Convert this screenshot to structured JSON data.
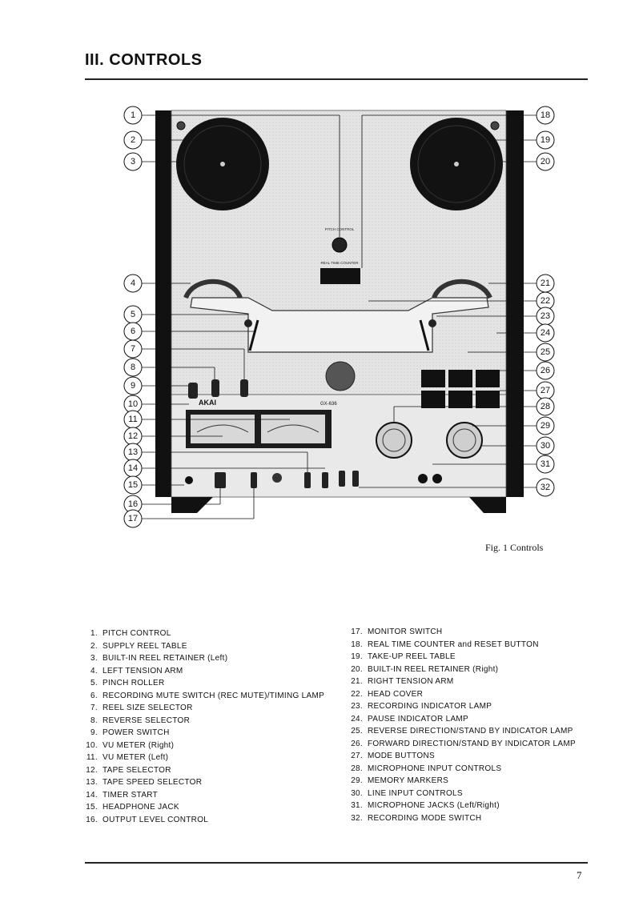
{
  "heading": "III. CONTROLS",
  "figure": {
    "caption": "Fig. 1  Controls",
    "panel_labels": {
      "pitch_control": "PITCH CONTROL",
      "real_time_counter": "REAL TIME COUNTER",
      "brand": "AKAI",
      "model": "GX-636"
    },
    "callout_numbers": [
      "1",
      "2",
      "3",
      "4",
      "5",
      "6",
      "7",
      "8",
      "9",
      "10",
      "11",
      "12",
      "13",
      "14",
      "15",
      "16",
      "17",
      "18",
      "19",
      "20",
      "21",
      "22",
      "23",
      "24",
      "25",
      "26",
      "27",
      "28",
      "29",
      "30",
      "31",
      "32"
    ]
  },
  "controls_left": [
    {
      "num": "1.",
      "label": "PITCH CONTROL"
    },
    {
      "num": "2.",
      "label": "SUPPLY REEL TABLE"
    },
    {
      "num": "3.",
      "label": "BUILT-IN REEL RETAINER (Left)"
    },
    {
      "num": "4.",
      "label": "LEFT TENSION ARM"
    },
    {
      "num": "5.",
      "label": "PINCH ROLLER"
    },
    {
      "num": "6.",
      "label": "RECORDING MUTE SWITCH (REC MUTE)/TIMING LAMP"
    },
    {
      "num": "7.",
      "label": "REEL SIZE SELECTOR"
    },
    {
      "num": "8.",
      "label": "REVERSE SELECTOR"
    },
    {
      "num": "9.",
      "label": "POWER SWITCH"
    },
    {
      "num": "10.",
      "label": "VU METER (Right)"
    },
    {
      "num": "11.",
      "label": "VU METER (Left)"
    },
    {
      "num": "12.",
      "label": "TAPE SELECTOR"
    },
    {
      "num": "13.",
      "label": "TAPE SPEED SELECTOR"
    },
    {
      "num": "14.",
      "label": "TIMER START"
    },
    {
      "num": "15.",
      "label": "HEADPHONE JACK"
    },
    {
      "num": "16.",
      "label": "OUTPUT LEVEL CONTROL"
    }
  ],
  "controls_right": [
    {
      "num": "17.",
      "label": "MONITOR SWITCH"
    },
    {
      "num": "18.",
      "label": "REAL TIME COUNTER and RESET BUTTON"
    },
    {
      "num": "19.",
      "label": "TAKE-UP REEL TABLE"
    },
    {
      "num": "20.",
      "label": "BUILT-IN REEL RETAINER (Right)"
    },
    {
      "num": "21.",
      "label": "RIGHT TENSION ARM"
    },
    {
      "num": "22.",
      "label": "HEAD COVER"
    },
    {
      "num": "23.",
      "label": "RECORDING INDICATOR LAMP"
    },
    {
      "num": "24.",
      "label": "PAUSE INDICATOR LAMP"
    },
    {
      "num": "25.",
      "label": "REVERSE DIRECTION/STAND BY INDICATOR LAMP"
    },
    {
      "num": "26.",
      "label": "FORWARD DIRECTION/STAND BY INDICATOR LAMP"
    },
    {
      "num": "27.",
      "label": "MODE BUTTONS"
    },
    {
      "num": "28.",
      "label": "MICROPHONE INPUT CONTROLS"
    },
    {
      "num": "29.",
      "label": "MEMORY MARKERS"
    },
    {
      "num": "30.",
      "label": "LINE INPUT CONTROLS"
    },
    {
      "num": "31.",
      "label": "MICROPHONE JACKS (Left/Right)"
    },
    {
      "num": "32.",
      "label": "RECORDING MODE SWITCH"
    }
  ],
  "page_number": "7"
}
